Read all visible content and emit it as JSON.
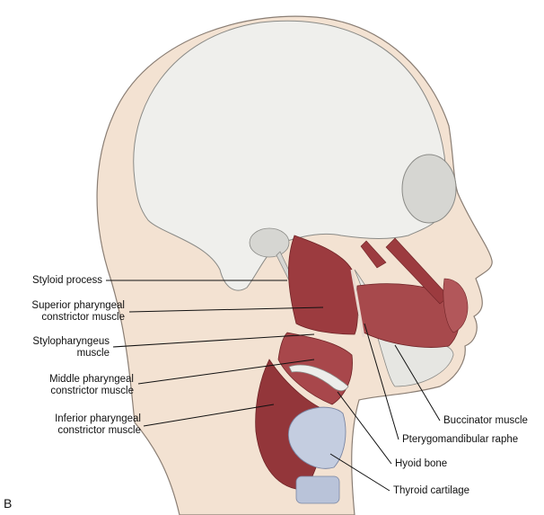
{
  "figure": {
    "panel_letter": "B",
    "labels": {
      "styloid_process": "Styloid process",
      "superior_constrictor_1": "Superior pharyngeal",
      "superior_constrictor_2": "constrictor muscle",
      "stylopharyngeus_1": "Stylopharyngeus",
      "stylopharyngeus_2": "muscle",
      "middle_constrictor_1": "Middle pharyngeal",
      "middle_constrictor_2": "constrictor muscle",
      "inferior_constrictor_1": "Inferior pharyngeal",
      "inferior_constrictor_2": "constrictor muscle",
      "buccinator": "Buccinator muscle",
      "pterygomandibular_raphe": "Pterygomandibular raphe",
      "hyoid_bone": "Hyoid bone",
      "thyroid_cartilage": "Thyroid cartilage"
    }
  },
  "colors": {
    "skin": "#f3e2d2",
    "skin_outline": "#8a7e74",
    "skull": "#efefec",
    "skull_shade": "#d6d6d2",
    "muscle": "#9c3b3f",
    "muscle_dark": "#6e2326",
    "cartilage": "#c4cde0",
    "leader": "#111111"
  }
}
